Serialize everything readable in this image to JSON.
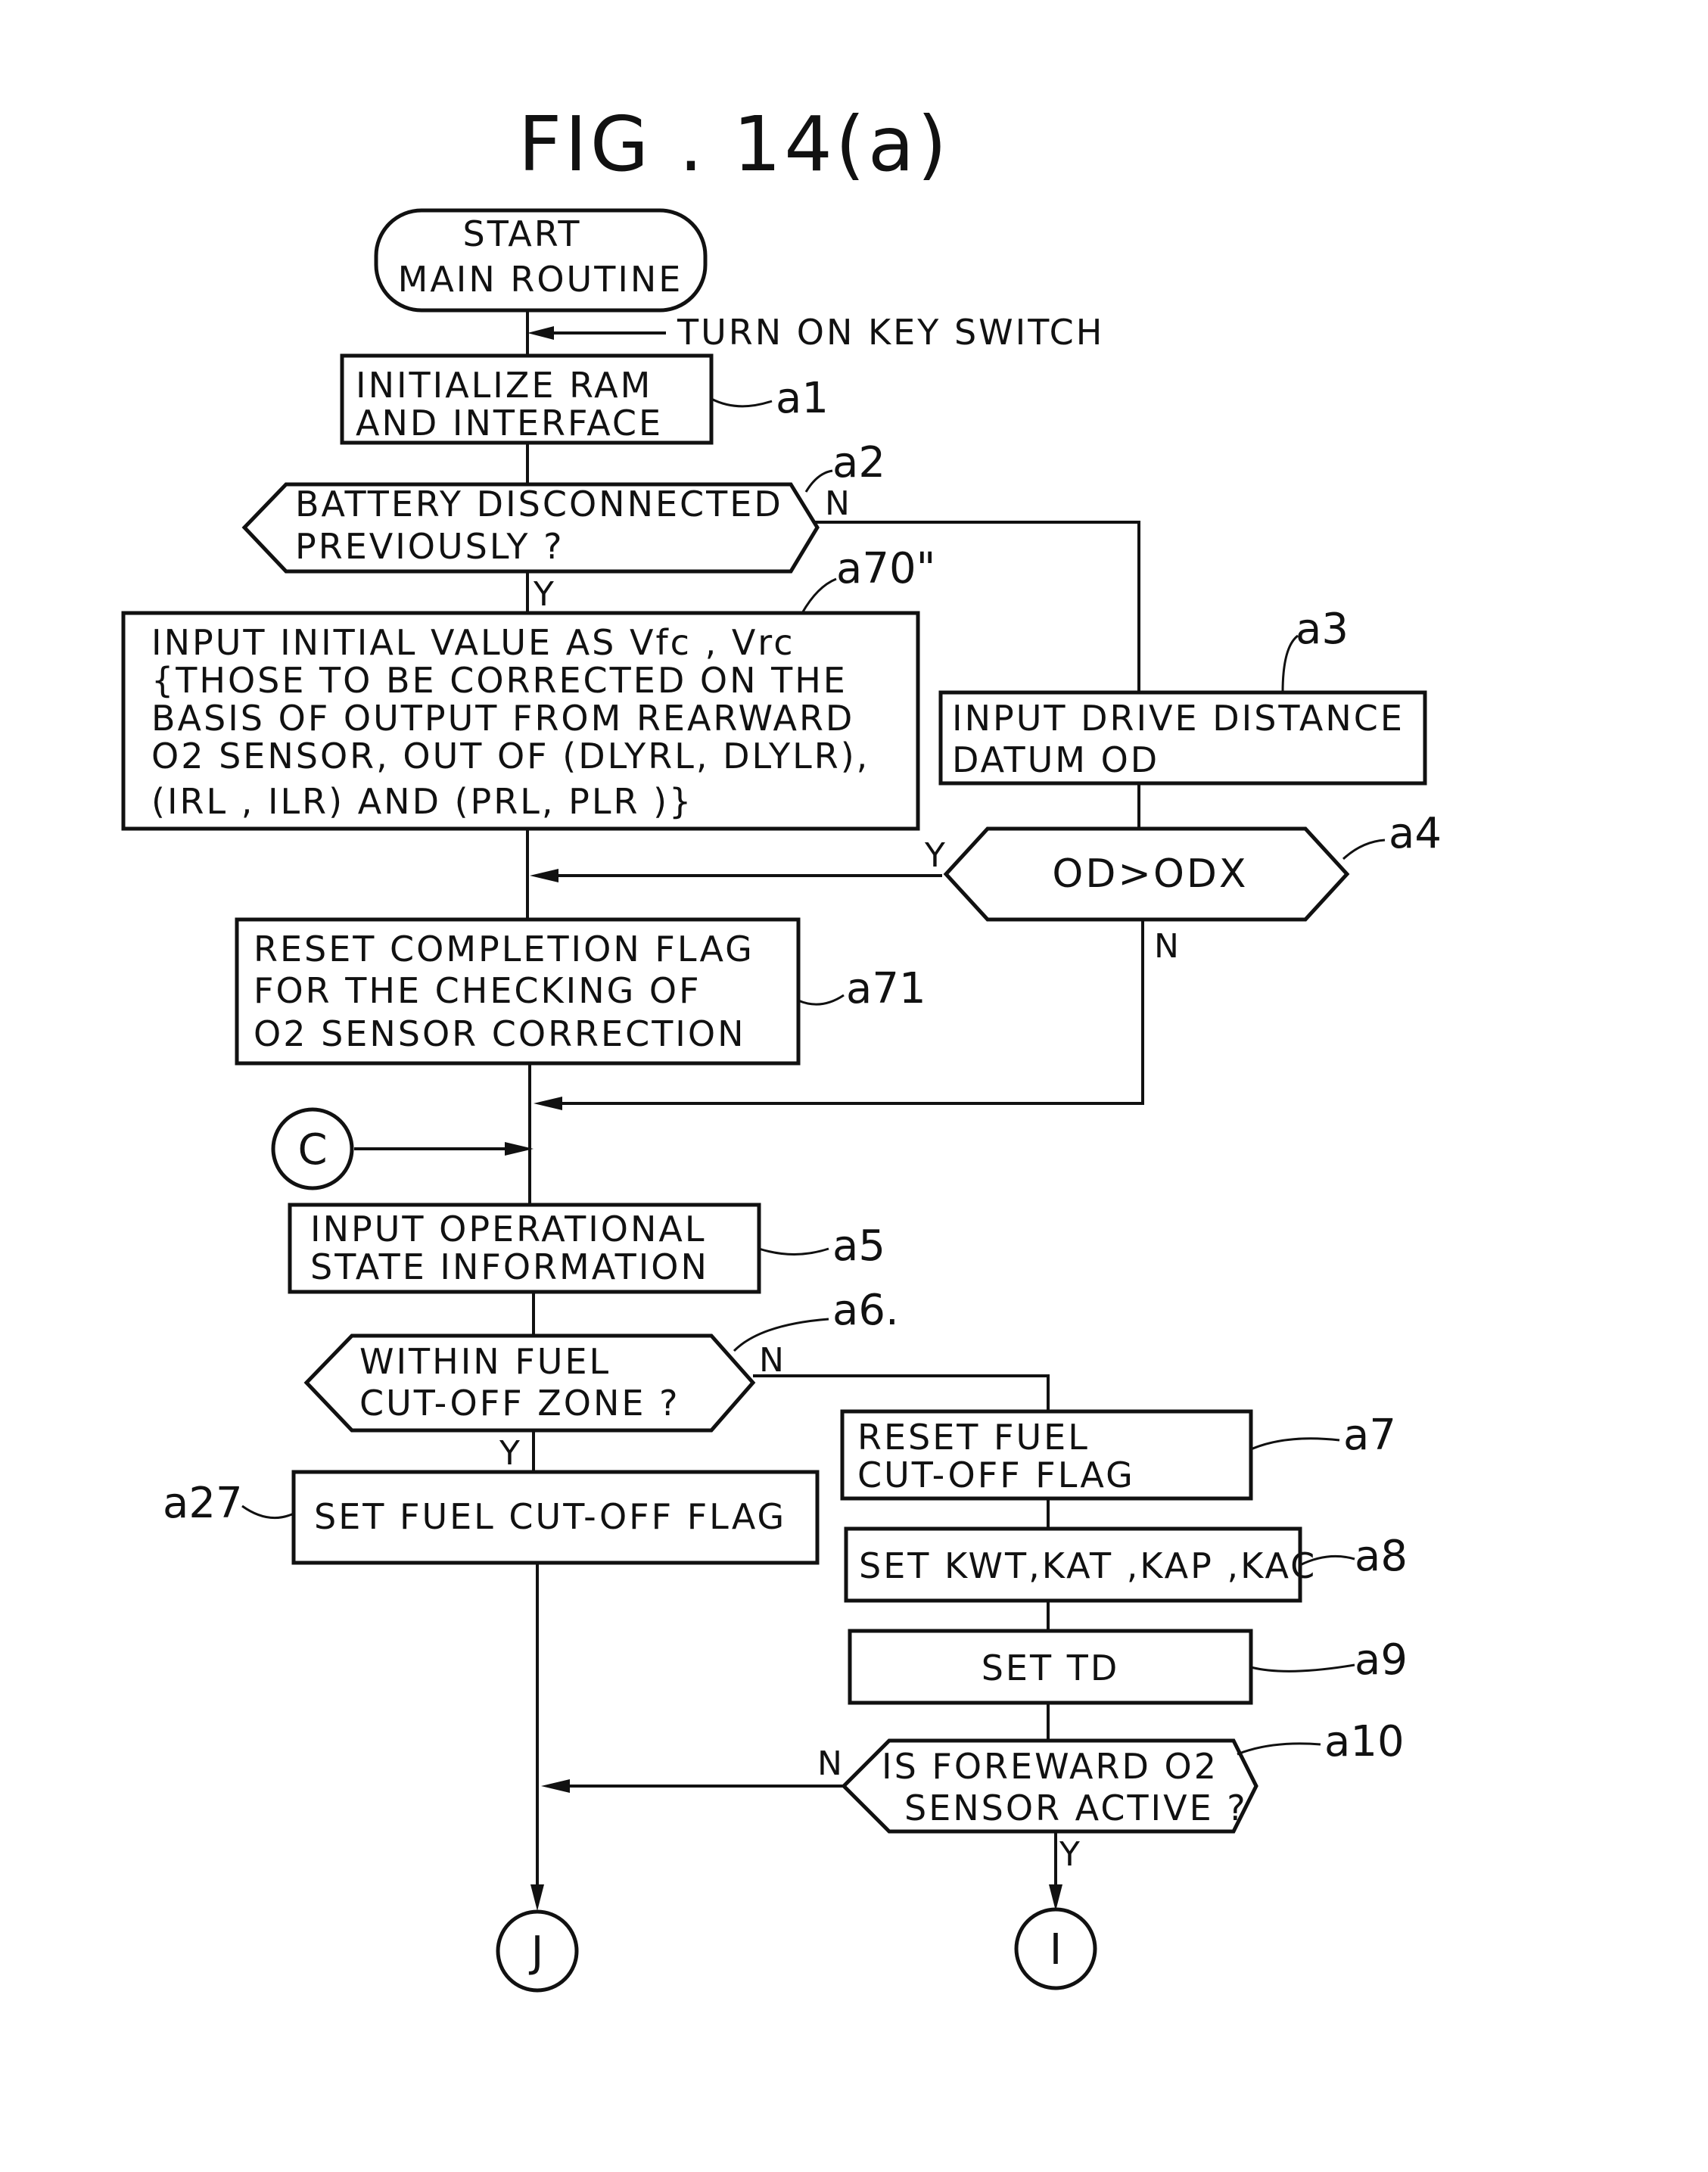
{
  "figure": {
    "title": "FIG . 14(a)"
  },
  "start": {
    "lines": [
      "START",
      "MAIN ROUTINE"
    ]
  },
  "trigger_note": "TURN ON KEY SWITCH",
  "steps": {
    "a1": {
      "ref": "a1",
      "lines": [
        "INITIALIZE RAM",
        "AND INTERFACE"
      ]
    },
    "a2": {
      "ref": "a2",
      "lines": [
        "BATTERY DISCONNECTED",
        "PREVIOUSLY ?"
      ]
    },
    "a70": {
      "ref": "a70\"",
      "lines": [
        "INPUT INITIAL VALUE AS Vfc , Vrc",
        "{THOSE TO BE CORRECTED ON THE",
        "BASIS OF OUTPUT FROM REARWARD",
        "O2 SENSOR, OUT OF (DLYRL, DLYLR),",
        "(IRL , ILR) AND (PRL, PLR )}"
      ]
    },
    "a3": {
      "ref": "a3",
      "lines": [
        "INPUT DRIVE DISTANCE",
        "DATUM OD"
      ]
    },
    "a4": {
      "ref": "a4",
      "lines": [
        "OD>ODX"
      ]
    },
    "a71": {
      "ref": "a71",
      "lines": [
        "RESET COMPLETION FLAG",
        "FOR THE CHECKING OF",
        "O2 SENSOR CORRECTION"
      ]
    },
    "a5": {
      "ref": "a5",
      "lines": [
        "INPUT OPERATIONAL",
        "STATE INFORMATION"
      ]
    },
    "a6": {
      "ref": "a6.",
      "lines": [
        "WITHIN FUEL",
        "CUT-OFF ZONE ?"
      ]
    },
    "a27": {
      "ref": "a27",
      "lines": [
        "SET FUEL CUT-OFF FLAG"
      ]
    },
    "a7": {
      "ref": "a7",
      "lines": [
        "RESET FUEL",
        "CUT-OFF FLAG"
      ]
    },
    "a8": {
      "ref": "a8",
      "lines": [
        "SET KWT,KAT ,KAP ,KAC"
      ]
    },
    "a9": {
      "ref": "a9",
      "lines": [
        "SET TD"
      ]
    },
    "a10": {
      "ref": "a10",
      "lines": [
        "IS FOREWARD O2",
        "SENSOR ACTIVE ?"
      ]
    }
  },
  "branches": {
    "a2_no": "N",
    "a2_yes": "Y",
    "a4_yes": "Y",
    "a4_no": "N",
    "a6_no": "N",
    "a6_yes": "Y",
    "a10_no": "N",
    "a10_yes": "Y"
  },
  "connectors": {
    "c": "C",
    "j": "J",
    "i": "I"
  }
}
